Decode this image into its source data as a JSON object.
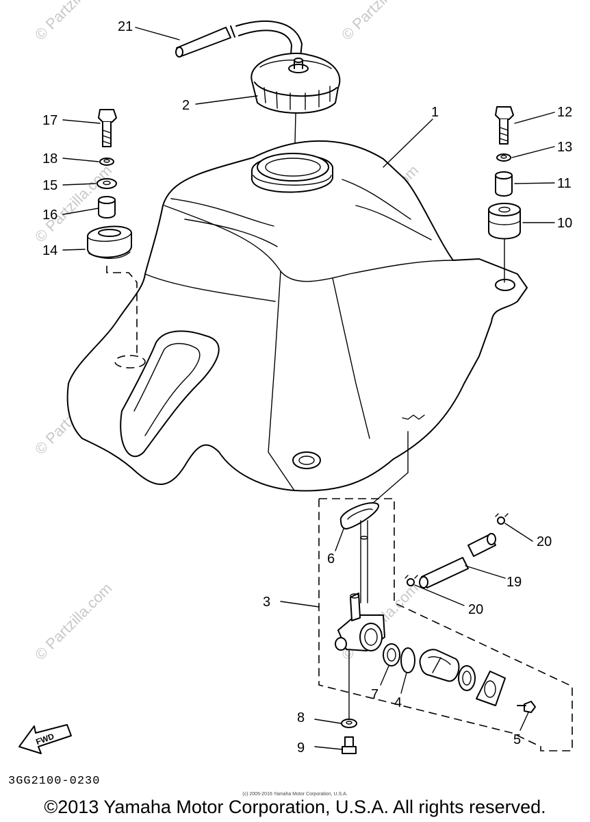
{
  "diagram": {
    "watermark": "© Partzilla.com",
    "fwd_label": "FWD",
    "callouts": [
      "1",
      "2",
      "3",
      "4",
      "5",
      "6",
      "7",
      "8",
      "9",
      "10",
      "11",
      "12",
      "13",
      "14",
      "15",
      "16",
      "17",
      "18",
      "19",
      "20",
      "20",
      "21"
    ]
  },
  "footer": {
    "part_code": "3GG2100-0230",
    "copyright_small": "(c) 2005-2016 Yamaha Motor Corporation, U.S.A.",
    "copyright": "©2013 Yamaha Motor Corporation, U.S.A. All rights reserved."
  }
}
